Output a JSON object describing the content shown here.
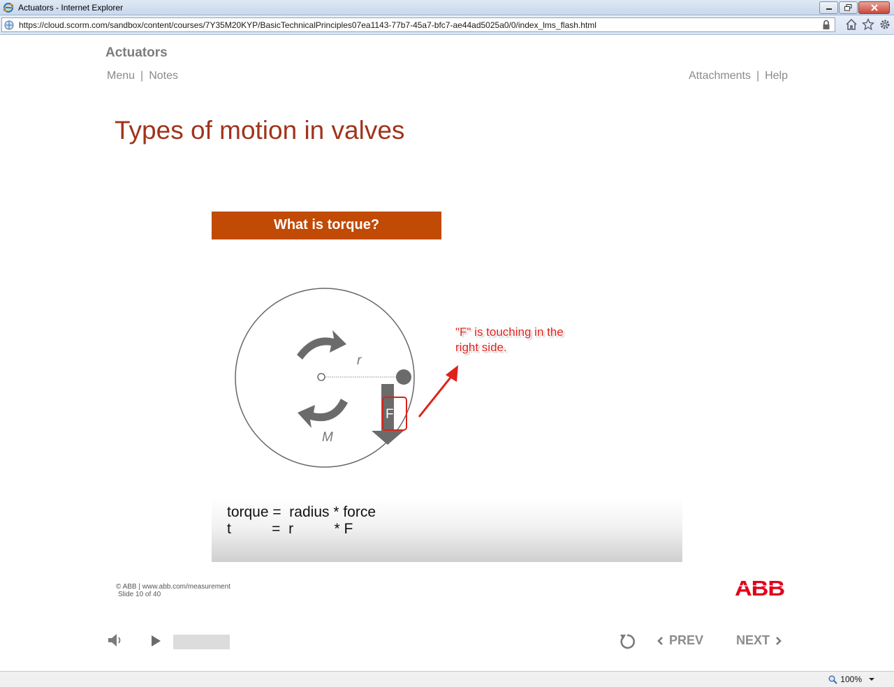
{
  "browser": {
    "window_title": "Actuators - Internet Explorer",
    "url": "https://cloud.scorm.com/sandbox/content/courses/7Y35M20KYP/BasicTechnicalPrinciples07ea1143-77b7-45a7-bfc7-ae44ad5025a0/0/index_lms_flash.html",
    "zoom": "100%"
  },
  "course": {
    "title": "Actuators",
    "nav_left": [
      "Menu",
      "Notes"
    ],
    "nav_right": [
      "Attachments",
      "Help"
    ]
  },
  "slide": {
    "title": "Types of motion in valves",
    "banner": "What is torque?",
    "diagram": {
      "radius_label": "r",
      "moment_label": "M",
      "force_label": "F"
    },
    "annotation": [
      "\"F\" is touching in the",
      "right side."
    ],
    "formula": {
      "line1": "torque =  radius * force",
      "line2": "t          =  r          * F"
    },
    "footer": {
      "copyright": "© ABB | www.abb.com/measurement",
      "slide_counter": "Slide 10 of 40"
    },
    "logo": "ABB"
  },
  "player": {
    "prev_label": "PREV",
    "next_label": "NEXT",
    "progress": 0
  },
  "colors": {
    "title_red": "#a0341b",
    "banner_orange": "#c14a05",
    "annotation_red": "#e0201a",
    "abb_red": "#e2001a"
  }
}
